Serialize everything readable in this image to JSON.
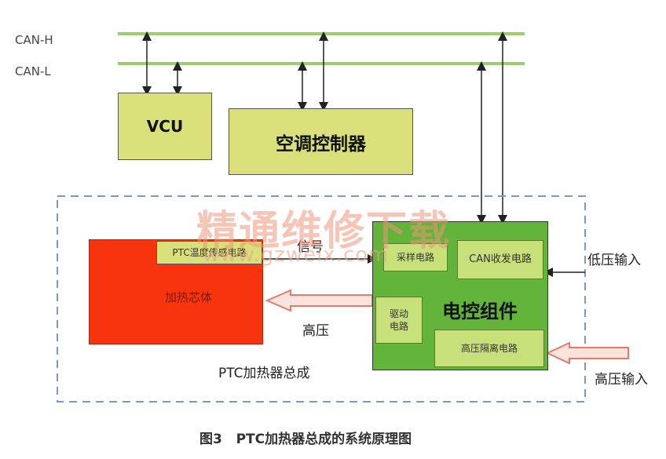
{
  "bus": {
    "can_h": "CAN-H",
    "can_l": "CAN-L"
  },
  "blocks": {
    "vcu": "VCU",
    "ac_controller": "空调控制器",
    "ptc_temp": "PTC温度传感电路",
    "heating_element": "加热芯体",
    "sampling": "采样电路",
    "can_transceiver": "CAN收发电路",
    "control_assembly": "电控组件",
    "drive_circuit": "驱动电路",
    "hv_isolation": "高压隔离电路"
  },
  "labels": {
    "signal": "信号",
    "high_voltage": "高压",
    "low_voltage_input": "低压输入",
    "high_voltage_input": "高压输入",
    "ptc_assembly": "PTC加热器总成"
  },
  "watermark": {
    "text": "精通维修下载",
    "url": "www.gzweix.com"
  },
  "caption": "图3   PTC加热器总成的系统原理图",
  "colors": {
    "bus_line": "#9ccf6a",
    "yellow_block": "#d9e07a",
    "control_block": "#63b43a",
    "heating_block": "#f8340f",
    "dashed_border": "#7a9ac0"
  }
}
